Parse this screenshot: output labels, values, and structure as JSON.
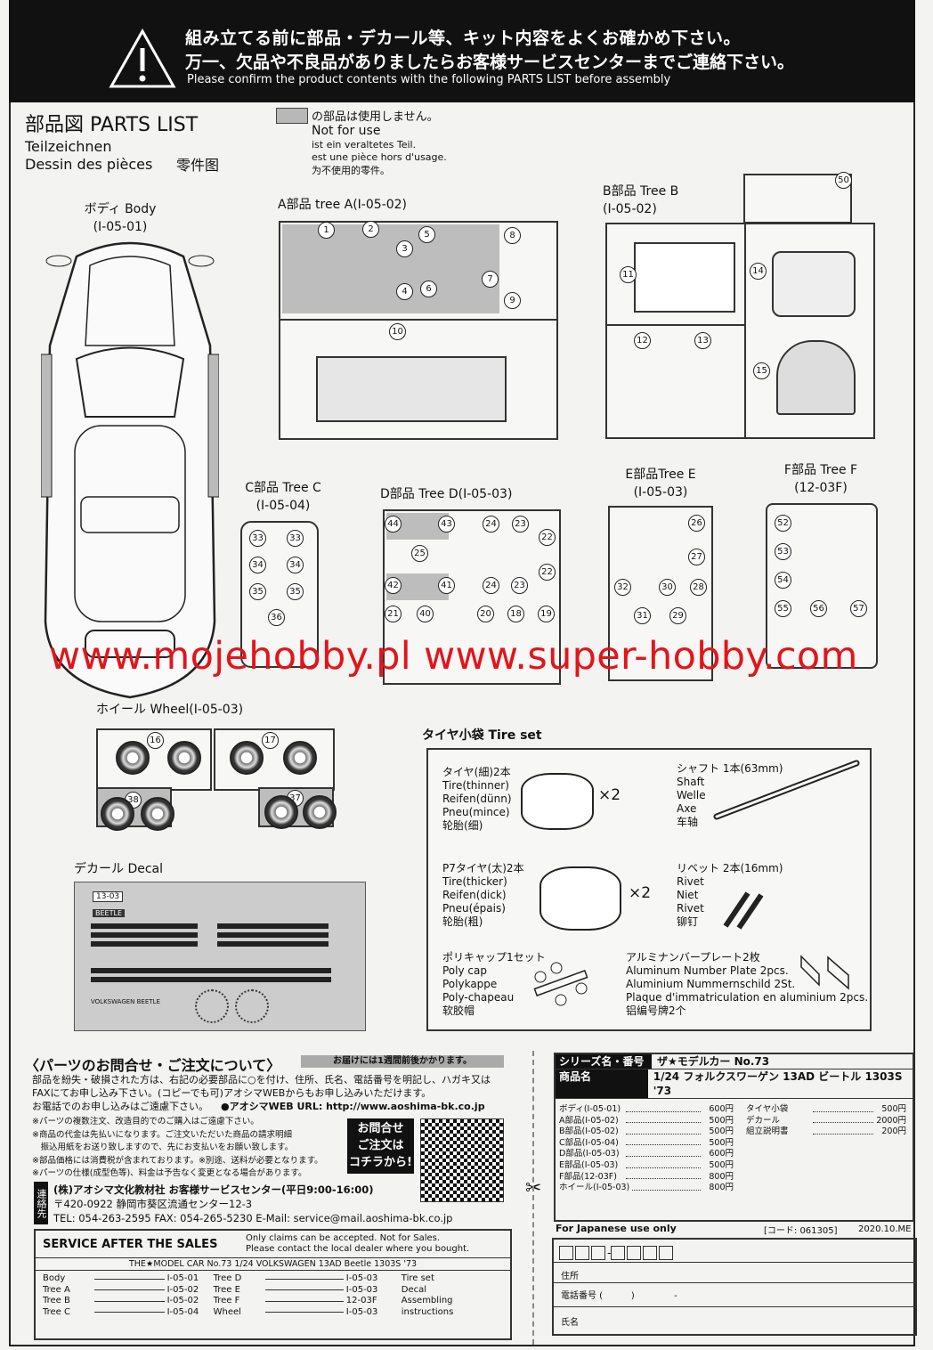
{
  "header": {
    "line1": "組み立てる前に部品・デカール等、キット内容をよくお確かめ下さい。",
    "line2": "万一、欠品や不良品がありましたらお客様サービスセンターまでご連絡下さい。",
    "line3": "Please confirm the product contents with the following PARTS LIST before assembly"
  },
  "parts_list": {
    "title": "部品図 PARTS LIST",
    "de": "Teilzeichnen",
    "fr": "Dessin des pièces",
    "cn": "零件图"
  },
  "legend": {
    "jp": "の部品は使用しません。",
    "en": "Not for use",
    "de": "ist ein veraltetes Teil.",
    "fr": "est une pièce hors d'usage.",
    "cn": "为不使用的零件。"
  },
  "trees": {
    "body": {
      "label": "ボディ Body",
      "code": "(I-05-01)"
    },
    "a": {
      "label": "A部品 tree A(I-05-02)",
      "numbers": [
        "1",
        "2",
        "3",
        "4",
        "5",
        "6",
        "7",
        "8",
        "9",
        "10"
      ]
    },
    "b": {
      "label": "B部品 Tree B",
      "code": "(I-05-02)",
      "numbers": [
        "11",
        "12",
        "13",
        "14",
        "15",
        "50"
      ]
    },
    "c": {
      "label": "C部品 Tree C",
      "code": "(I-05-04)",
      "numbers": [
        "33",
        "33",
        "34",
        "34",
        "35",
        "35",
        "36"
      ]
    },
    "d": {
      "label": "D部品 Tree D(I-05-03)",
      "numbers": [
        "44",
        "43",
        "23",
        "24",
        "22",
        "25",
        "24",
        "23",
        "22",
        "42",
        "41",
        "19",
        "21",
        "40",
        "20",
        "18"
      ]
    },
    "e": {
      "label": "E部品Tree E",
      "code": "(I-05-03)",
      "numbers": [
        "26",
        "27",
        "30",
        "28",
        "32",
        "31",
        "29"
      ]
    },
    "f": {
      "label": "F部品 Tree F",
      "code": "(12-03F)",
      "numbers": [
        "52",
        "53",
        "54",
        "55",
        "56",
        "57"
      ]
    },
    "wheel": {
      "label": "ホイール Wheel(I-05-03)",
      "numbers": [
        "16",
        "17",
        "38",
        "37"
      ]
    }
  },
  "watermark": "www.mojehobby.pl www.super-hobby.com",
  "tire_set": {
    "label": "タイヤ小袋 Tire set",
    "items": [
      {
        "lines": [
          "タイヤ(細)2本",
          "Tire(thinner)",
          "Reifen(dünn)",
          "Pneu(mince)",
          "轮胎(细)"
        ],
        "qty": "×2"
      },
      {
        "lines": [
          "シャフト 1本(63mm)",
          "Shaft",
          "Welle",
          "Axe",
          "车轴"
        ]
      },
      {
        "lines": [
          "P7タイヤ(太)2本",
          "Tire(thicker)",
          "Reifen(dick)",
          "Pneu(épais)",
          "轮胎(粗)"
        ],
        "qty": "×2"
      },
      {
        "lines": [
          "リベット 2本(16mm)",
          "Rivet",
          "Niet",
          "Rivet",
          "铆钉"
        ]
      },
      {
        "lines": [
          "ポリキャップ1セット",
          "Poly cap",
          "Polykappe",
          "Poly-chapeau",
          "软胶帽"
        ]
      },
      {
        "lines": [
          "アルミナンバープレート2枚",
          "Aluminum Number Plate 2pcs.",
          "Aluminium Nummernschild 2St.",
          "Plaque d'immatriculation en aluminium 2pcs.",
          "铝编号牌2个"
        ]
      }
    ]
  },
  "decal": {
    "label": "デカール Decal",
    "sheet_text": [
      "13-03",
      "BEETLE",
      "VOLKSWAGEN BEETLE"
    ]
  },
  "order": {
    "title": "〈パーツのお問合せ・ご注文について〉",
    "badge": "お届けには1週間前後かかります。",
    "p1": "部品を紛失・破損された方は、右記の必要部品に○を付け、住所、氏名、電話番号を明記し、ハガキ又は",
    "p2": "FAXにてお申し込み下さい。(コピーでも可)アオシマWEBからもお申し込みいただけます。",
    "p3": "お電話でのお申し込みはご遠慮下さい。",
    "web": "●アオシマWEB URL: http://www.aoshima-bk.co.jp",
    "notes": [
      "※パーツの複数注文、改造目的でのご購入はご遠慮下さい。",
      "※商品の代金は先払いになります。ご注文いただいた商品の請求明細",
      "　振込用紙をお送り致しますので、先にお支払いをお願い致します。",
      "※部品価格には消費税が含まれております。※別途、送料が必要となります。",
      "※パーツの仕様(成型色等)、料金は予告なく変更となる場合があります。"
    ],
    "qr_callout": [
      "お問合せ",
      "ご注文は",
      "コチラから!"
    ],
    "contact_tag": "連絡先",
    "company": "(株)アオシマ文化教材社 お客様サービスセンター(平日9:00-16:00)",
    "address": "〒420-0922 静岡市葵区流通センター12-3",
    "tel": "TEL: 054-263-2595  FAX: 054-265-5230  E-Mail: service@mail.aoshima-bk.co.jp"
  },
  "product": {
    "series_label": "シリーズ名・番号",
    "series_value": "ザ★モデルカー No.73",
    "name_label": "商品名",
    "name_value": "1/24 フォルクスワーゲン 13AD ビートル 1303S '73",
    "prices_left": [
      {
        "name": "ボディ(I-05-01)",
        "price": "600円"
      },
      {
        "name": "A部品(I-05-02)",
        "price": "500円"
      },
      {
        "name": "B部品(I-05-02)",
        "price": "500円"
      },
      {
        "name": "C部品(I-05-04)",
        "price": "500円"
      },
      {
        "name": "D部品(I-05-03)",
        "price": "600円"
      },
      {
        "name": "E部品(I-05-03)",
        "price": "500円"
      },
      {
        "name": "F部品(12-03F)",
        "price": "800円"
      },
      {
        "name": "ホイール(I-05-03)",
        "price": "800円"
      }
    ],
    "prices_right": [
      {
        "name": "タイヤ小袋",
        "price": "500円"
      },
      {
        "name": "デカール",
        "price": "2000円"
      },
      {
        "name": "組立説明書",
        "price": "200円"
      }
    ]
  },
  "service": {
    "title": "SERVICE AFTER THE SALES",
    "note1": "Only claims can be accepted.  Not for Sales.",
    "note2": "Please contact the local dealer where you bought.",
    "product": "THE★MODEL CAR No.73 1/24 VOLKSWAGEN 13AD Beetle 1303S '73",
    "col1": [
      {
        "n": "Body",
        "c": "I-05-01"
      },
      {
        "n": "Tree A",
        "c": "I-05-02"
      },
      {
        "n": "Tree B",
        "c": "I-05-02"
      },
      {
        "n": "Tree C",
        "c": "I-05-04"
      }
    ],
    "col2": [
      {
        "n": "Tree D",
        "c": "I-05-03"
      },
      {
        "n": "Tree E",
        "c": "I-05-03"
      },
      {
        "n": "Tree F",
        "c": "12-03F"
      },
      {
        "n": "Wheel",
        "c": "I-05-03"
      }
    ],
    "col3": [
      "Tire set",
      "Decal",
      "Assembling instructions"
    ]
  },
  "japan_form": {
    "title": "For Japanese use only",
    "code": "[コード: 061305]",
    "date": "2020.10.ME",
    "postal_sep": "-",
    "address_label": "住所",
    "phone_label": "電話番号 (          )              -",
    "name_label": "氏名"
  }
}
